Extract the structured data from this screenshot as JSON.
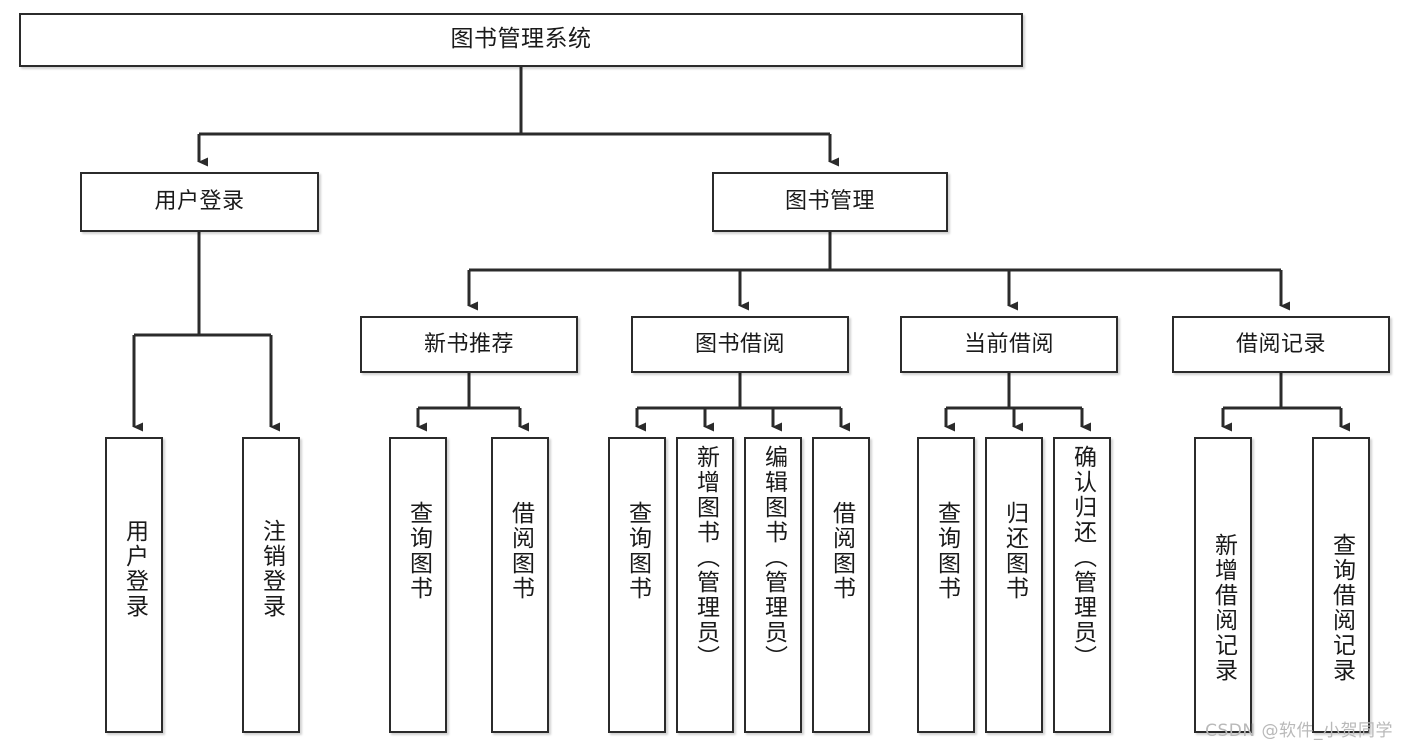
{
  "diagram": {
    "title": "图书管理系统",
    "type": "tree-hierarchy",
    "line_color": "#2b2b2b",
    "box_fill": "#ffffff",
    "text_color": "#1a1a1a",
    "watermark": "CSDN @软件_小贺同学"
  },
  "nodes": {
    "root": {
      "label": "图书管理系统"
    },
    "level2": [
      {
        "label": "用户登录"
      },
      {
        "label": "图书管理"
      }
    ],
    "level3": [
      {
        "label": "新书推荐"
      },
      {
        "label": "图书借阅"
      },
      {
        "label": "当前借阅"
      },
      {
        "label": "借阅记录"
      }
    ],
    "leaves_user_login": [
      {
        "label": "用户登录"
      },
      {
        "label": "注销登录"
      }
    ],
    "leaves_new_book": [
      {
        "label": "查询图书"
      },
      {
        "label": "借阅图书"
      }
    ],
    "leaves_borrow": [
      {
        "label": "查询图书"
      },
      {
        "label": "新增图书（管理员）"
      },
      {
        "label": "编辑图书（管理员）"
      },
      {
        "label": "借阅图书"
      }
    ],
    "leaves_current": [
      {
        "label": "查询图书"
      },
      {
        "label": "归还图书"
      },
      {
        "label": "确认归还（管理员）"
      }
    ],
    "leaves_records": [
      {
        "label": "新增借阅记录"
      },
      {
        "label": "查询借阅记录"
      }
    ]
  }
}
